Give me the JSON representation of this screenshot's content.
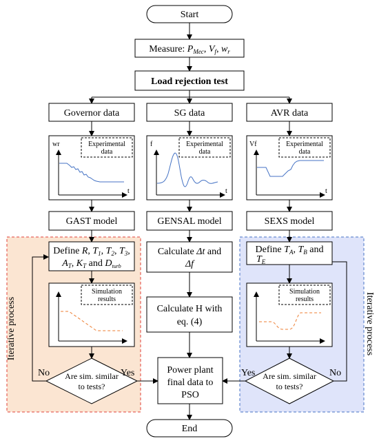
{
  "start": "Start",
  "measure": {
    "prefix": "Measure: ",
    "p": "P",
    "p_sub": "Mec",
    "sep1": ", ",
    "v": "V",
    "v_sub": "f",
    "sep2": ", ",
    "w": "w",
    "w_sub": "r"
  },
  "load_test": "Load rejection test",
  "governor_data": "Governor data",
  "sg_data": "SG data",
  "avr_data": "AVR data",
  "plots": {
    "governor": {
      "ylabel": "wr",
      "xlabel": "t",
      "legend_line1": "Experimental",
      "legend_line2": "data"
    },
    "sg": {
      "ylabel": "f",
      "xlabel": "t",
      "legend_line1": "Experimental",
      "legend_line2": "data"
    },
    "avr": {
      "ylabel": "Vf",
      "xlabel": "t",
      "legend_line1": "Experimental",
      "legend_line2": "data"
    }
  },
  "gast_model": "GAST model",
  "gensal_model": "GENSAL model",
  "sexs_model": "SEXS model",
  "define_gast": {
    "prefix": "Define ",
    "r": "R",
    "sep1": ", ",
    "t": "T",
    "s1": "1",
    "s2": "2",
    "s3": "3",
    "sep2": ", ",
    "a": "A",
    "a_sub": "T",
    "k": "K",
    "k_sub": "T",
    "and": " and ",
    "d": "D",
    "d_sub": "turb"
  },
  "define_sexs": {
    "prefix": "Define ",
    "t": "T",
    "sa": "A",
    "sb": "B",
    "se": "E",
    "and": " and ",
    "sep": ", "
  },
  "calc_dt": {
    "line1": "Calculate ",
    "dt": "Δt",
    "and": " and",
    "df": "Δf"
  },
  "calc_h": {
    "line1": "Calculate H with",
    "line2": "eq. (4)"
  },
  "sim_plot": {
    "legend_line1": "Simulation",
    "legend_line2": "results"
  },
  "decision": {
    "line1": "Are sim. similar",
    "line2": "to tests?"
  },
  "final": {
    "line1": "Power plant",
    "line2": "final data to",
    "line3": "PSO"
  },
  "yes": "Yes",
  "no": "No",
  "end": "End",
  "iterative": "Iterative process",
  "colors": {
    "blue_curve": "#4472c4",
    "orange_curve": "#ed7d31",
    "left_region_fill": "#fbe5d2",
    "left_region_stroke": "#e0403a",
    "right_region_fill": "#dfe4fa",
    "right_region_stroke": "#4472c4"
  }
}
